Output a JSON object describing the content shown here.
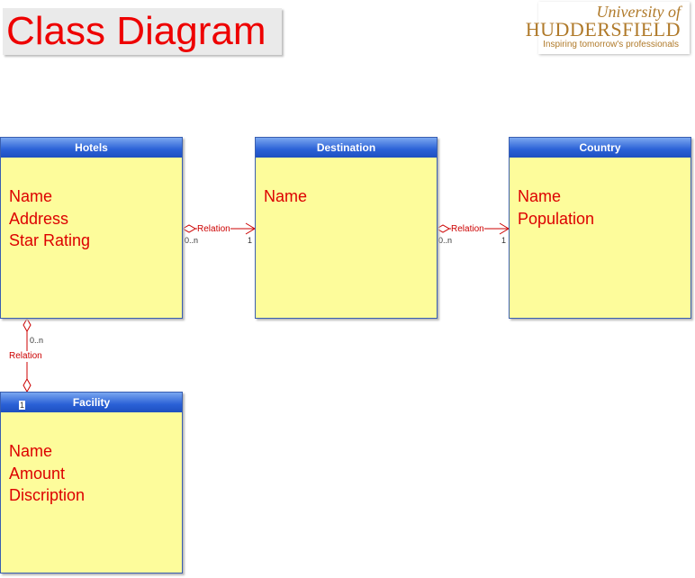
{
  "title": "Class Diagram",
  "logo": {
    "line1": "University of",
    "line2": "HUDDERSFIELD",
    "tagline": "Inspiring tomorrow's professionals"
  },
  "classes": {
    "hotels": {
      "name": "Hotels",
      "attributes": [
        "Name",
        "Address",
        "Star Rating"
      ]
    },
    "destination": {
      "name": "Destination",
      "attributes": [
        "Name"
      ]
    },
    "country": {
      "name": "Country",
      "attributes": [
        "Name",
        "Population"
      ]
    },
    "facility": {
      "name": "Facility",
      "attributes": [
        "Name",
        "Amount",
        "Discription"
      ]
    }
  },
  "relations": {
    "hotels_destination": {
      "label": "Relation",
      "source_mult": "0..n",
      "target_mult": "1"
    },
    "destination_country": {
      "label": "Relation",
      "source_mult": "0..n",
      "target_mult": "1"
    },
    "hotels_facility": {
      "label": "Relation",
      "source_mult": "0..n",
      "target_mult": "1"
    }
  },
  "colors": {
    "title": "#ee0000",
    "class_fill": "#fdfc9b",
    "class_header": "#2a60d6",
    "attribute_text": "#dd0000",
    "relation_line": "#cc0000",
    "logo": "#b07a2a"
  }
}
